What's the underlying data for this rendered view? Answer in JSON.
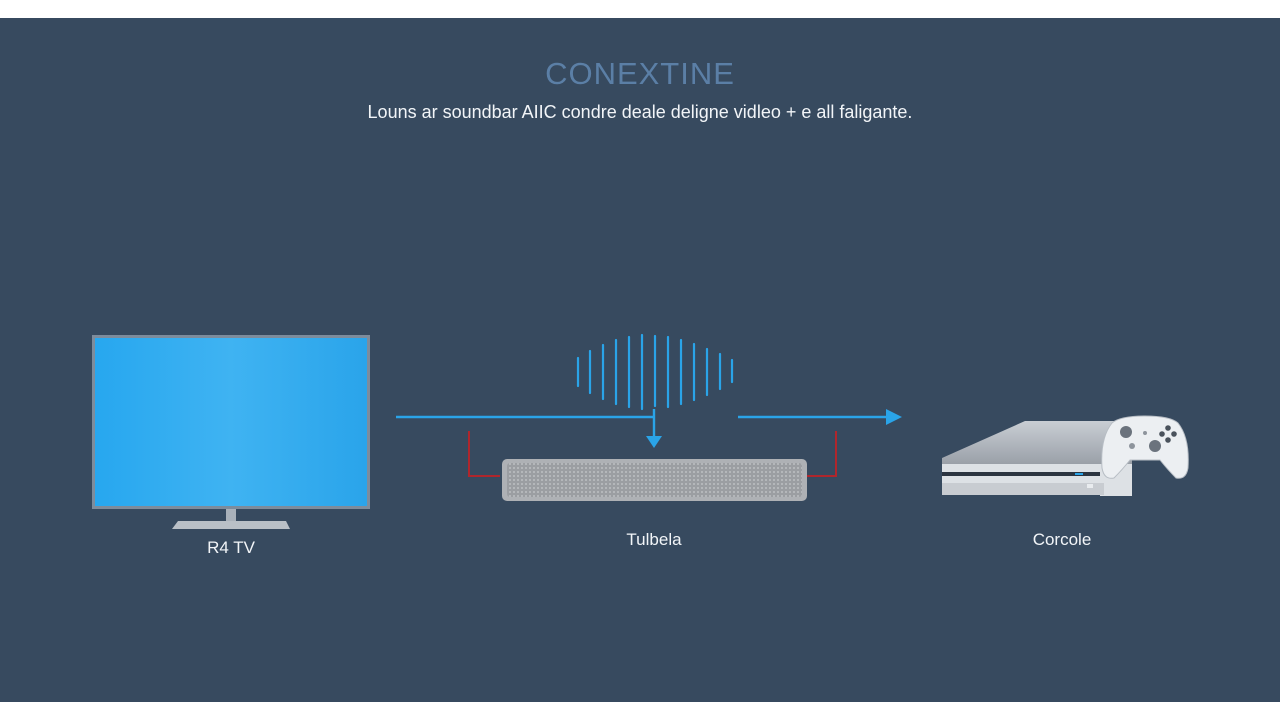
{
  "diagram": {
    "title": "CONEXTINE",
    "subtitle": "Louns ar soundbar AIIC condre deale deligne vidleo + e all faligante.",
    "nodes": {
      "tv": {
        "label": "R4 TV",
        "icon": "tv-icon"
      },
      "soundbar": {
        "label": "Tulbela",
        "icon": "soundbar-icon"
      },
      "console": {
        "label": "Corcole",
        "icon": "game-console-icon"
      }
    },
    "colors": {
      "background": "#374a5f",
      "accent_blue": "#2aa4e8",
      "wire_red": "#b0262c",
      "title": "#5b7fa6",
      "text": "#f2f5f8"
    }
  }
}
